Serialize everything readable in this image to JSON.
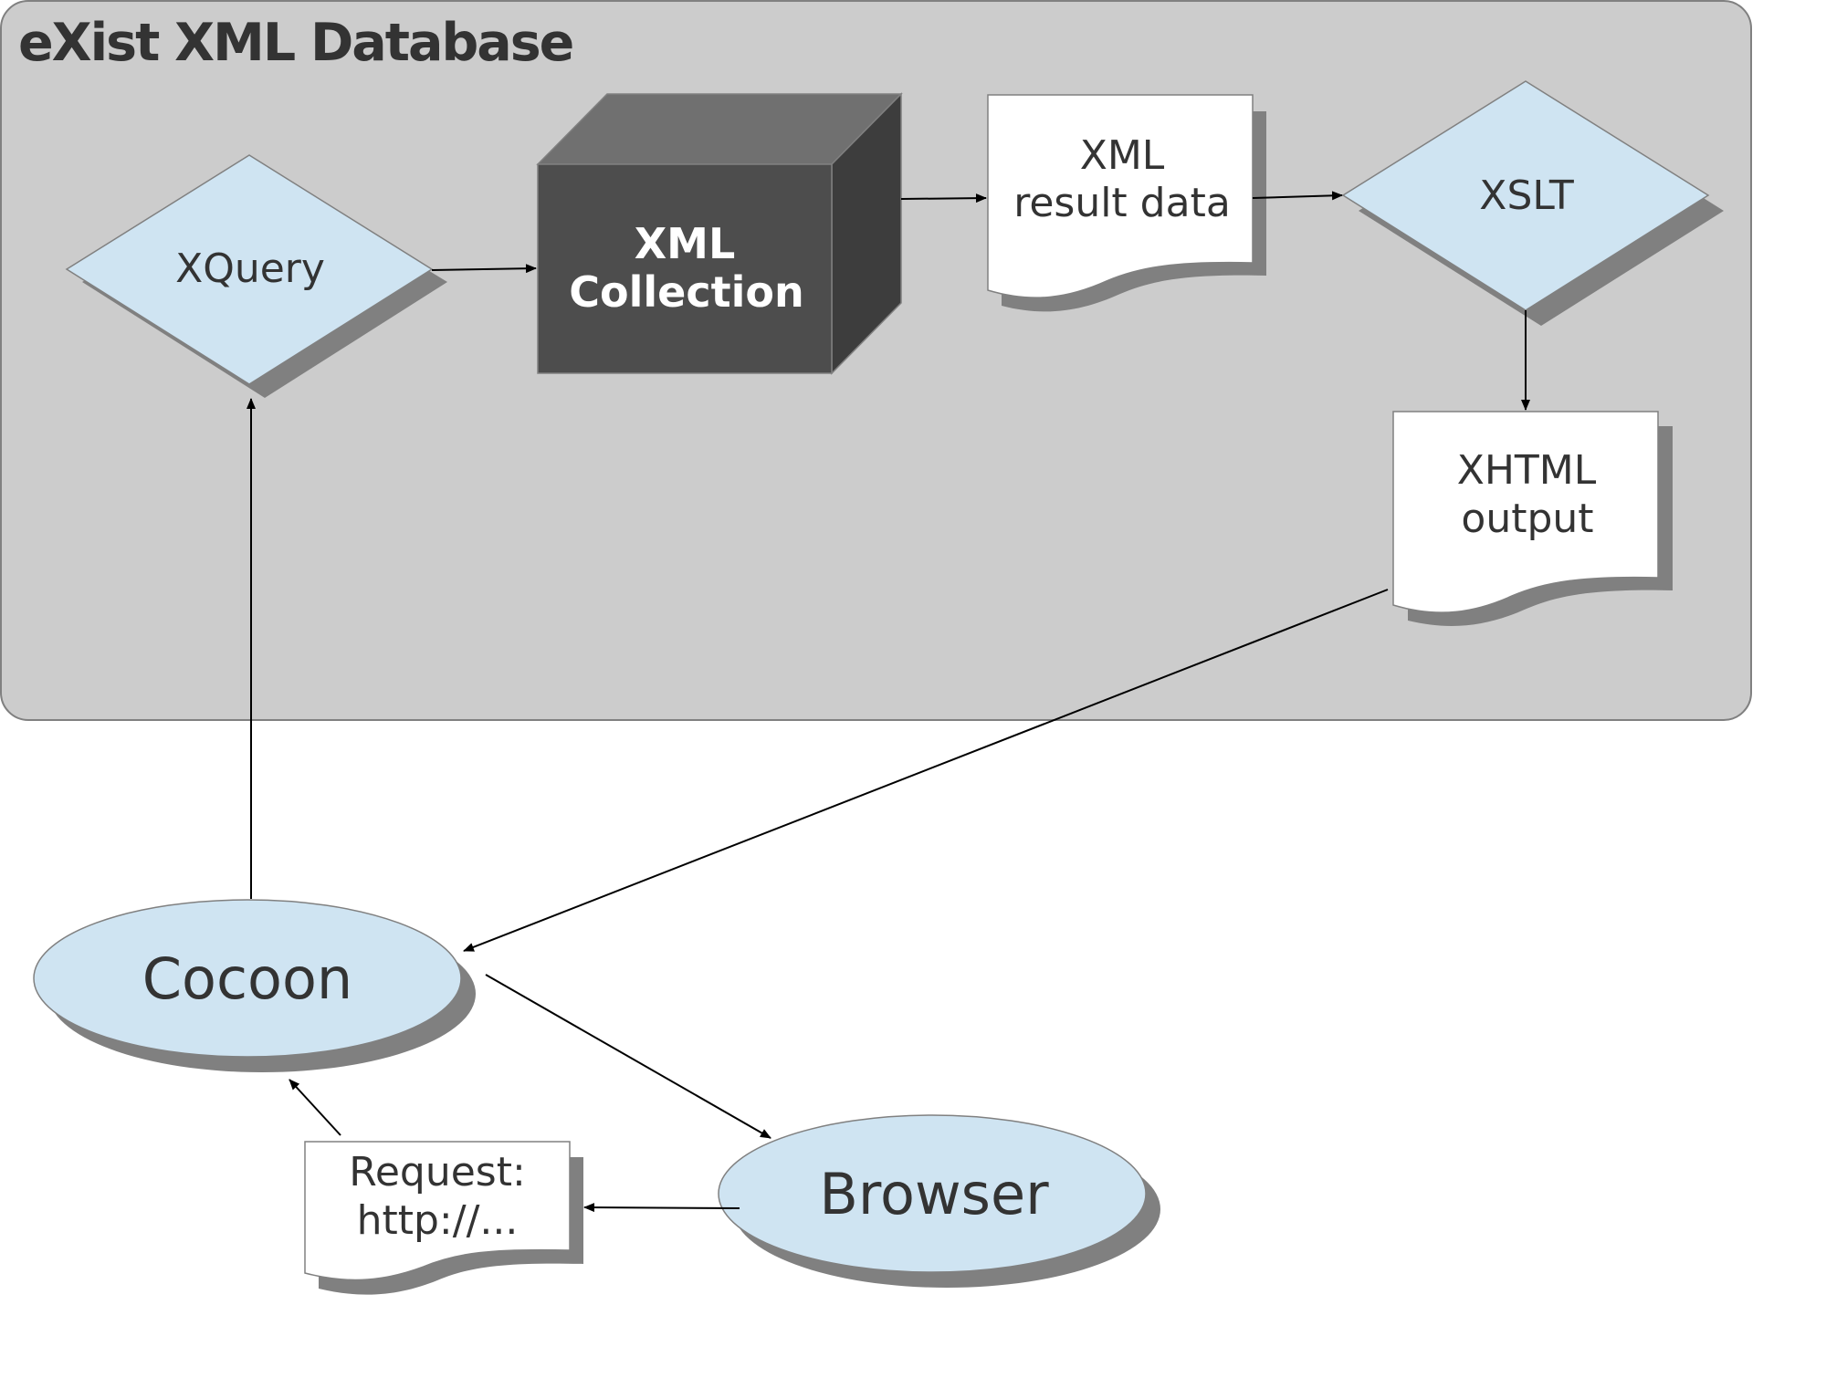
{
  "container": {
    "title": "eXist XML Database"
  },
  "nodes": {
    "xquery": {
      "label": "XQuery"
    },
    "xml_collection": {
      "line1": "XML",
      "line2": "Collection"
    },
    "xml_result": {
      "line1": "XML",
      "line2": "result data"
    },
    "xslt": {
      "label": "XSLT"
    },
    "xhtml_output": {
      "line1": "XHTML",
      "line2": "output"
    },
    "cocoon": {
      "label": "Cocoon"
    },
    "browser": {
      "label": "Browser"
    },
    "request": {
      "line1": "Request:",
      "line2": "http://..."
    }
  },
  "colors": {
    "container_fill": "#cccccc",
    "container_border": "#808080",
    "shape_fill": "#cfe4f2",
    "shadow": "#808080",
    "document_fill": "#ffffff",
    "cube_front": "#4d4d4d",
    "cube_top": "#707070",
    "cube_side": "#3d3d3d",
    "label_text": "#333333"
  }
}
